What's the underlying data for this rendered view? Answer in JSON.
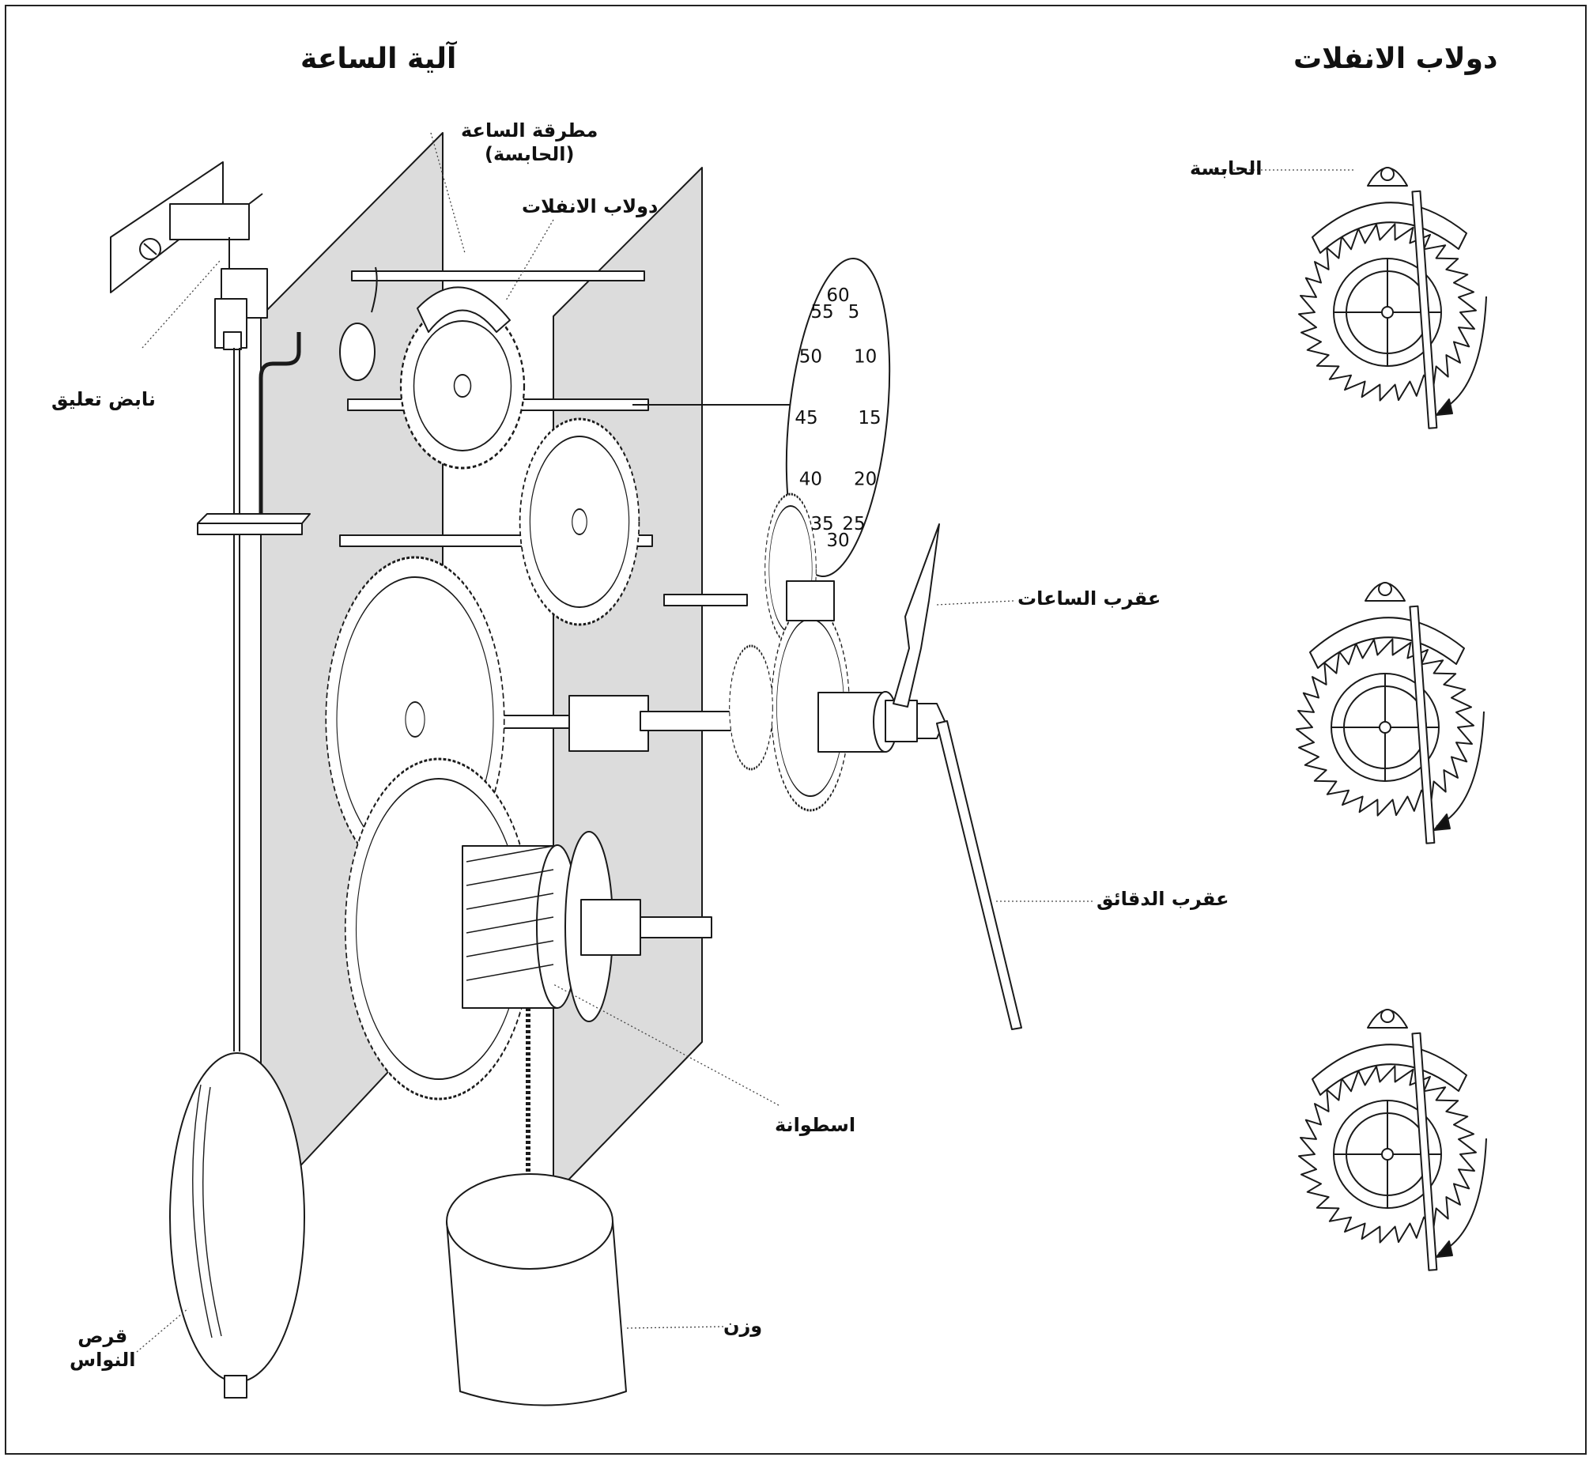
{
  "titles": {
    "mechanism": "آلية الساعة",
    "escapement": "دولاب الانفلات"
  },
  "labels": {
    "strike_line1": "مطرقة الساعة",
    "strike_line2": "(الحابسة)",
    "escape_wheel": "دولاب الانفلات",
    "suspension_spring": "نابض تعليق",
    "hour_hand": "عقرب الساعات",
    "minute_hand": "عقرب الدقائق",
    "drum": "اسطوانة",
    "weight": "وزن",
    "bob_line1": "قرص",
    "bob_line2": "النواس",
    "pallet": "الحابسة"
  },
  "dial_numbers": [
    "60",
    "5",
    "10",
    "15",
    "20",
    "25",
    "30",
    "35",
    "40",
    "45",
    "50",
    "55"
  ],
  "escapement_stages": 3,
  "colors": {
    "plate": "#dcdcdc",
    "line": "#1a1a1a",
    "fill": "#ffffff"
  }
}
